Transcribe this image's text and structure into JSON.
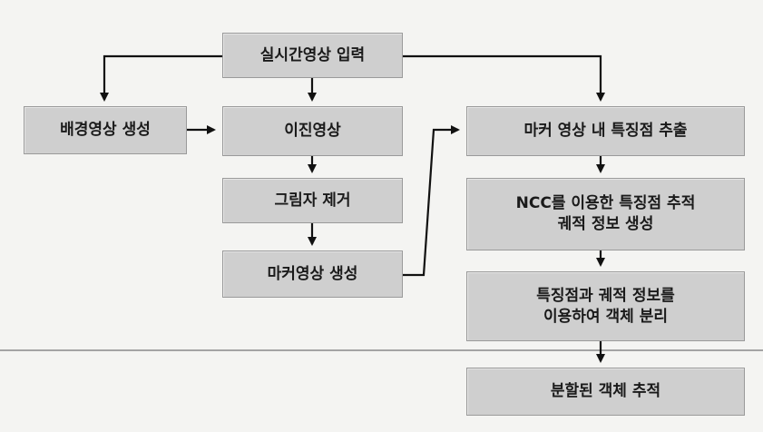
{
  "nodes": {
    "input": {
      "label": "실시간영상 입력"
    },
    "bg": {
      "label": "배경영상 생성"
    },
    "binary": {
      "label": "이진영상"
    },
    "shadow": {
      "label": "그림자 제거"
    },
    "marker": {
      "label": "마커영상 생성"
    },
    "extract": {
      "label": "마커 영상 내 특징점 추출"
    },
    "ncc": {
      "lines": [
        "NCC를 이용한 특징점 추적",
        "궤적 정보 생성"
      ]
    },
    "separate": {
      "lines": [
        "특징점과 궤적 정보를",
        "이용하여 객체 분리"
      ]
    },
    "track": {
      "label": "분할된 객체 추적"
    }
  },
  "colors": {
    "box_fill": "#cfcfcf",
    "box_border": "#9a9a9a",
    "arrow": "#111111",
    "divider": "#8a8a8a"
  }
}
